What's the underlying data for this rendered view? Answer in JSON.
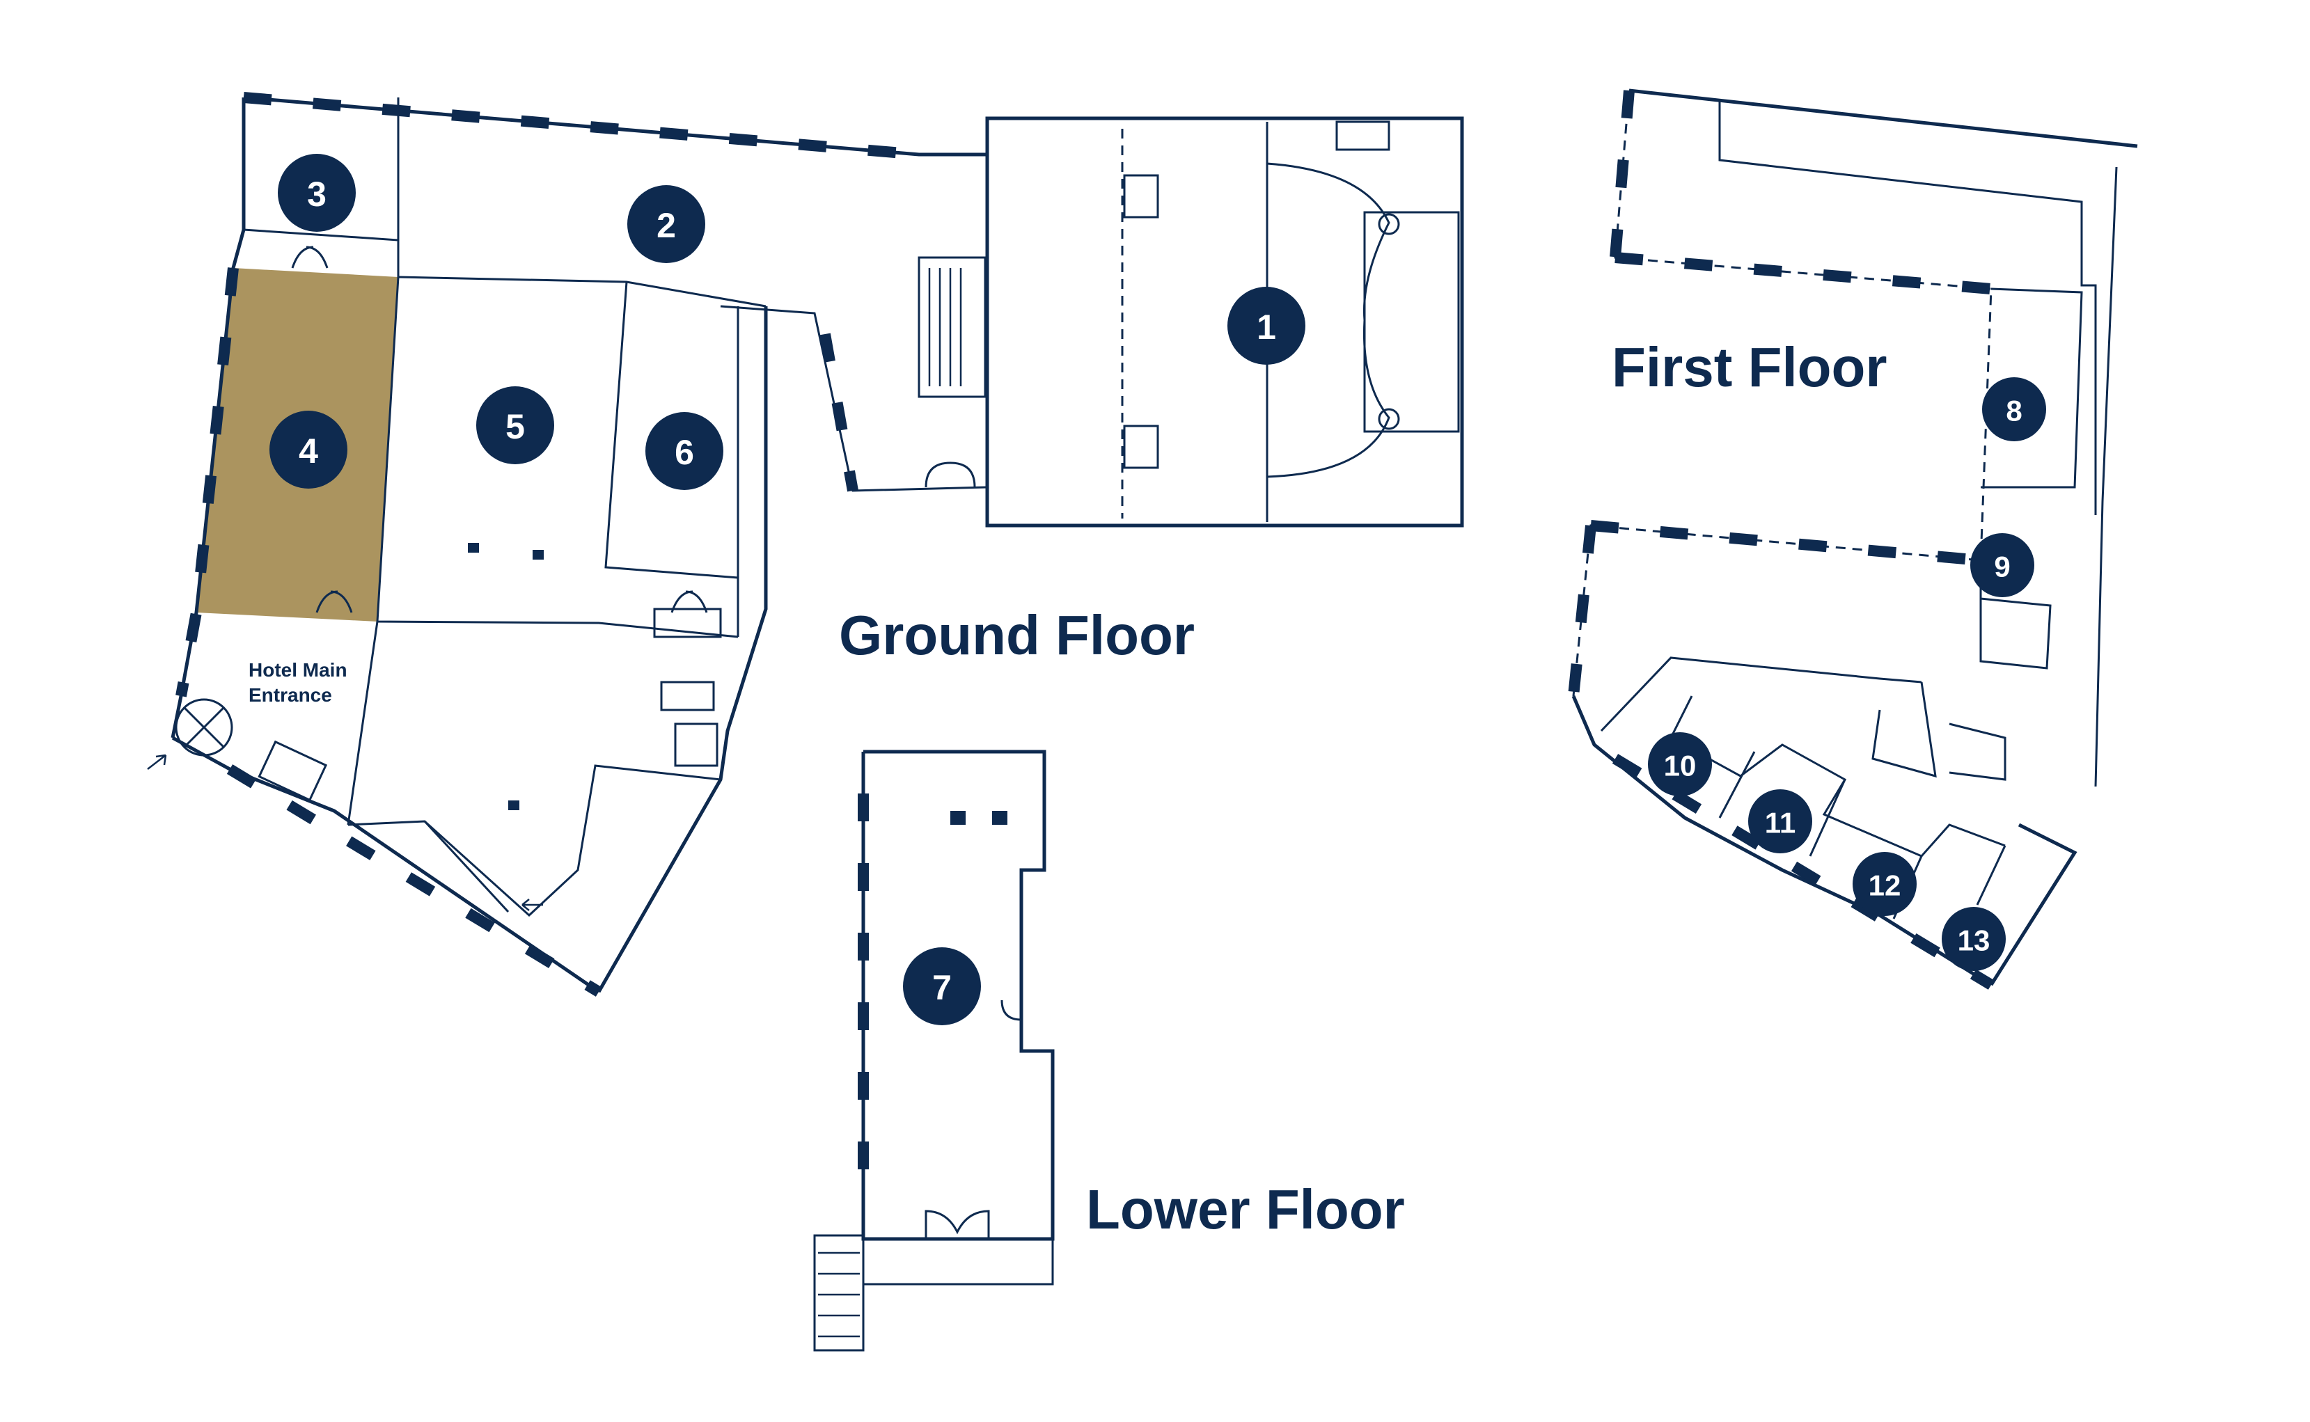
{
  "floors": {
    "ground": "Ground Floor",
    "first": "First Floor",
    "lower": "Lower Floor"
  },
  "entrance": {
    "line1": "Hotel Main",
    "line2": "Entrance"
  },
  "rooms": {
    "r1": "1",
    "r2": "2",
    "r3": "3",
    "r4": "4",
    "r5": "5",
    "r6": "6",
    "r7": "7",
    "r8": "8",
    "r9": "9",
    "r10": "10",
    "r11": "11",
    "r12": "12",
    "r13": "13"
  },
  "highlighted_room": "4",
  "colors": {
    "ink": "#0e2a4f",
    "highlight": "#ab945f",
    "background": "#ffffff"
  }
}
